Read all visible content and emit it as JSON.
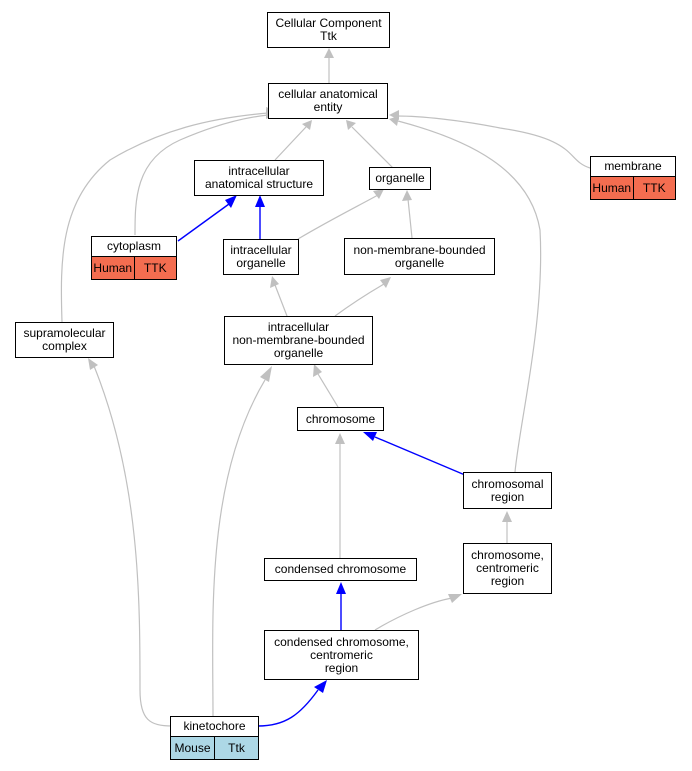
{
  "colors": {
    "human": "#f46d50",
    "mouse": "#add8e6",
    "edge_gray": "#c0c0c0",
    "edge_blue": "#0000ff"
  },
  "nodes": {
    "root": {
      "lines": [
        "Cellular Component",
        "Ttk"
      ]
    },
    "cae": {
      "lines": [
        "cellular anatomical",
        "entity"
      ]
    },
    "membrane": {
      "lines": [
        "membrane"
      ],
      "badges": [
        {
          "label": "Human",
          "species": "human"
        },
        {
          "label": "TTK",
          "species": "human"
        }
      ]
    },
    "ias": {
      "lines": [
        "intracellular",
        "anatomical structure"
      ]
    },
    "organelle": {
      "lines": [
        "organelle"
      ]
    },
    "cytoplasm": {
      "lines": [
        "cytoplasm"
      ],
      "badges": [
        {
          "label": "Human",
          "species": "human"
        },
        {
          "label": "TTK",
          "species": "human"
        }
      ]
    },
    "io": {
      "lines": [
        "intracellular",
        "organelle"
      ]
    },
    "nmbo": {
      "lines": [
        "non-membrane-bounded",
        "organelle"
      ]
    },
    "smc": {
      "lines": [
        "supramolecular",
        "complex"
      ]
    },
    "inmbo": {
      "lines": [
        "intracellular",
        "non-membrane-bounded",
        "organelle"
      ]
    },
    "chromosome": {
      "lines": [
        "chromosome"
      ]
    },
    "chromreg": {
      "lines": [
        "chromosomal",
        "region"
      ]
    },
    "ccr": {
      "lines": [
        "chromosome,",
        "centromeric",
        "region"
      ]
    },
    "condchrom": {
      "lines": [
        "condensed chromosome"
      ]
    },
    "condcr": {
      "lines": [
        "condensed chromosome,",
        "centromeric",
        "region"
      ]
    },
    "kinetochore": {
      "lines": [
        "kinetochore"
      ],
      "badges": [
        {
          "label": "Mouse",
          "species": "mouse"
        },
        {
          "label": "Ttk",
          "species": "mouse"
        }
      ]
    }
  }
}
